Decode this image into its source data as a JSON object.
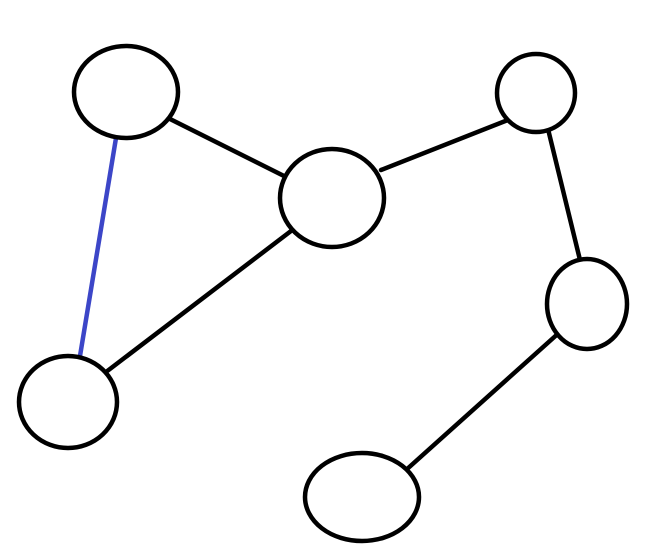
{
  "graph": {
    "colors": {
      "default_edge": "#000000",
      "highlight_edge": "#3c46c8",
      "node_stroke": "#000000",
      "node_fill": "#ffffff"
    },
    "nodes": [
      {
        "id": "top-left"
      },
      {
        "id": "center"
      },
      {
        "id": "top-right"
      },
      {
        "id": "right"
      },
      {
        "id": "bottom-left"
      },
      {
        "id": "bottom-center"
      }
    ],
    "edges": [
      {
        "from": "top-left",
        "to": "bottom-left",
        "highlighted": true
      },
      {
        "from": "top-left",
        "to": "center",
        "highlighted": false
      },
      {
        "from": "center",
        "to": "bottom-left",
        "highlighted": false
      },
      {
        "from": "center",
        "to": "top-right",
        "highlighted": false
      },
      {
        "from": "top-right",
        "to": "right",
        "highlighted": false
      },
      {
        "from": "right",
        "to": "bottom-center",
        "highlighted": false
      }
    ]
  }
}
